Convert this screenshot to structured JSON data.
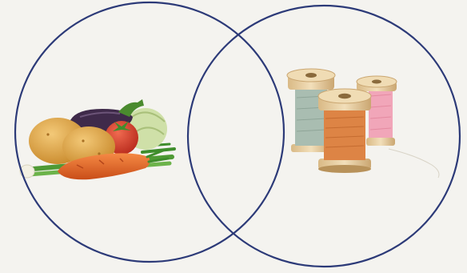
{
  "diagram": {
    "type": "venn",
    "set_count": 2,
    "outline_color": "#2c3a78",
    "background_color": "#f4f3ef",
    "sets": [
      {
        "illustration": "vegetables-icon",
        "contents": [
          "potatoes",
          "eggplant",
          "tomato",
          "cabbage",
          "carrot",
          "spring-onion"
        ]
      },
      {
        "illustration": "thread-spools-icon",
        "contents": [
          "grey-thread-spool",
          "orange-thread-spool",
          "pink-thread-spool"
        ]
      }
    ],
    "intersection": {
      "contents": []
    },
    "colors": {
      "potato": "#e0a548",
      "eggplant": "#3f2a4a",
      "tomato": "#d83a2a",
      "cabbage": "#c9dca0",
      "carrot": "#e8642a",
      "leaf": "#3f8d2c",
      "spool_wood": "#e9d3a8",
      "thread_grey": "#a9bdb1",
      "thread_orange": "#dd8445",
      "thread_pink": "#f1a6b9"
    }
  }
}
